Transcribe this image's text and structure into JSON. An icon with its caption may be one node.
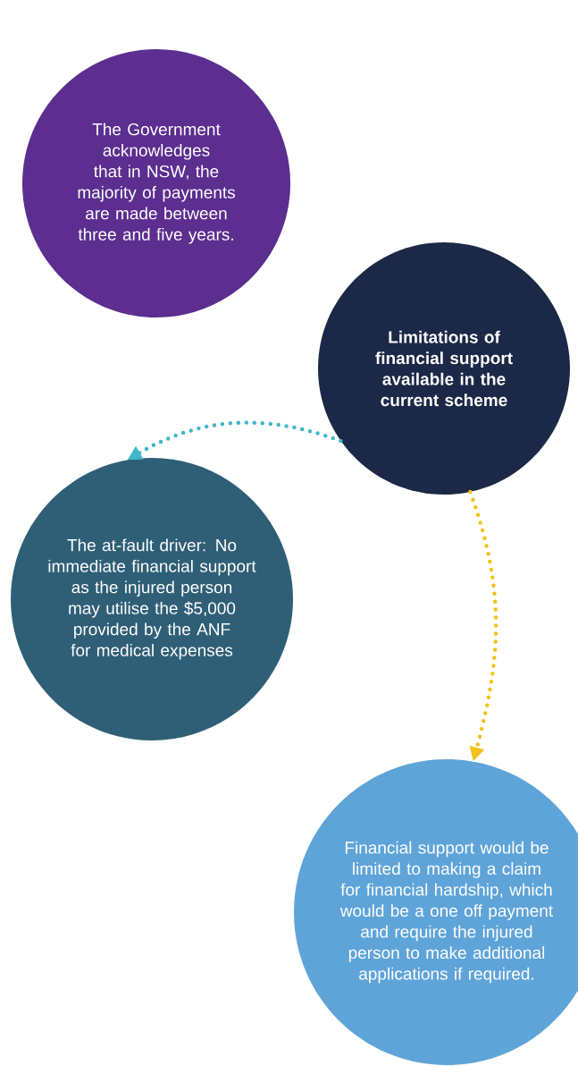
{
  "diagram": {
    "nodes": [
      {
        "text": [
          "The Government acknowledges that in NSW, the majority of payments are made between three and five years."
        ]
      },
      {
        "text": [
          "Limitations of financial support available in the current scheme"
        ]
      },
      {
        "text": [
          "The at-fault driver: No immediate financial support as the injured person may utilise the $5,000 provided by the ANF for medical expenses"
        ]
      },
      {
        "text": [
          "Financial support would be limited to making a claim for financial hardship, which would be a one off payment and require the injured person to make additional applications if required."
        ]
      }
    ],
    "edges": [
      {
        "from": 1,
        "to": 2,
        "arrow": "to",
        "color": "#3fb8cc"
      },
      {
        "from": 1,
        "to": 3,
        "arrow": "to",
        "color": "#f2c21c"
      }
    ]
  }
}
